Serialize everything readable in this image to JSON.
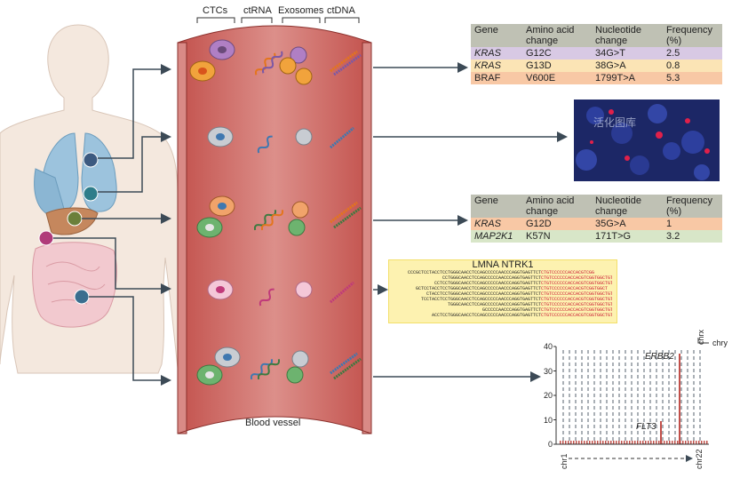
{
  "header_labels": [
    "CTCs",
    "ctRNA",
    "Exosomes",
    "ctDNA"
  ],
  "vessel_label": "Blood vessel",
  "table1": {
    "headers": [
      "Gene",
      "Amino acid change",
      "Nucleotide change",
      "Frequency (%)"
    ],
    "rows": [
      [
        "KRAS",
        "G12C",
        "34G>T",
        "2.5"
      ],
      [
        "KRAS",
        "G13D",
        "38G>A",
        "0.8"
      ],
      [
        "BRAF",
        "V600E",
        "1799T>A",
        "5.3"
      ]
    ]
  },
  "table2": {
    "headers": [
      "Gene",
      "Amino acid change",
      "Nucleotide change",
      "Frequency (%)"
    ],
    "rows": [
      [
        "KRAS",
        "G12D",
        "35G>A",
        "1"
      ],
      [
        "MAP2K1",
        "K57N",
        "171T>G",
        "3.2"
      ]
    ]
  },
  "fusion": {
    "left_gene": "LMNA",
    "right_gene": "NTRK1",
    "rows": [
      [
        "CCCGCTCCTACCTCCTGGGCAACCTCCAGCCCCCAACCCAGGTGAGTTCT",
        "CTGTCCCCCCACCACGTCGG"
      ],
      [
        "CCTGGGCAACCTCCAGCCCCCAACCCAGGTGAGTTCT",
        "CTGTCCCCCCACCACGTCGGTGGCTGTGGGCCCTGGC"
      ],
      [
        "CCTCCTGGGCAACCTCCAGCCCCCAACCCAGGTGAGTTCT",
        "CTGTCCCCCCACCACGTCGGTGGCTGTGGGCCCTGGCCTGTCTTTGC"
      ],
      [
        "GCTCCTACCTCCTGGGCAACCTCCAGCCCCCAACCCAGGTGAGTTCT",
        "CTGTCCCCCCACCACGTCGGTGGCT"
      ],
      [
        "CTACCTCCTGGGCAACCTCCAGCCCCCAACCCAGGTGAGTTCT",
        "CTGTCCCCCCACCACGTCGGTGGCTGTGGGCCCTG"
      ],
      [
        "TCCTACCTCCTGGGCAACCTCCAGCCCCCAACCCAGGTGAGTTCT",
        "CTGTCCCCCCACCACGTCGGTGGCTGTGGGCCCTGGCCTGTCTTTGC"
      ],
      [
        "TGGGCAACCTCCAGCCCCCAACCCAGGTGAGTTCT",
        "CTGTCCCCCCACCACGTCGGTGGCTGTGGG"
      ],
      [
        "GCCCCCAACCCAGGTGAGTTCT",
        "CTGTCCCCCCACCACGTCGGTGGCTGTGGGCCCTGGCCTGT"
      ],
      [
        "ACCTCCTGGGCAACCTCCAGCCCCCAACCCAGGTGAGTTCT",
        "CTGTCCCCCCACCACGTCGGTGGCTGTGGGCC"
      ]
    ]
  },
  "micrograph_watermark": "活化图库",
  "chart_data": {
    "type": "bar",
    "y_ticks": [
      "0",
      "10",
      "20",
      "30",
      "40"
    ],
    "ylim": [
      0,
      40
    ],
    "gene_labels": [
      "ERBB2",
      "FLT3"
    ],
    "x_start_label": "chr1",
    "x_end_label": "chr22",
    "chr_labels": [
      "chrx",
      "chry"
    ]
  },
  "colors": {
    "vessel": "#c9524e",
    "vessel_inner": "#d98a86",
    "organ_blue": "#9cc3dd",
    "body": "#f4e8de",
    "arrow": "#3c4a56"
  }
}
